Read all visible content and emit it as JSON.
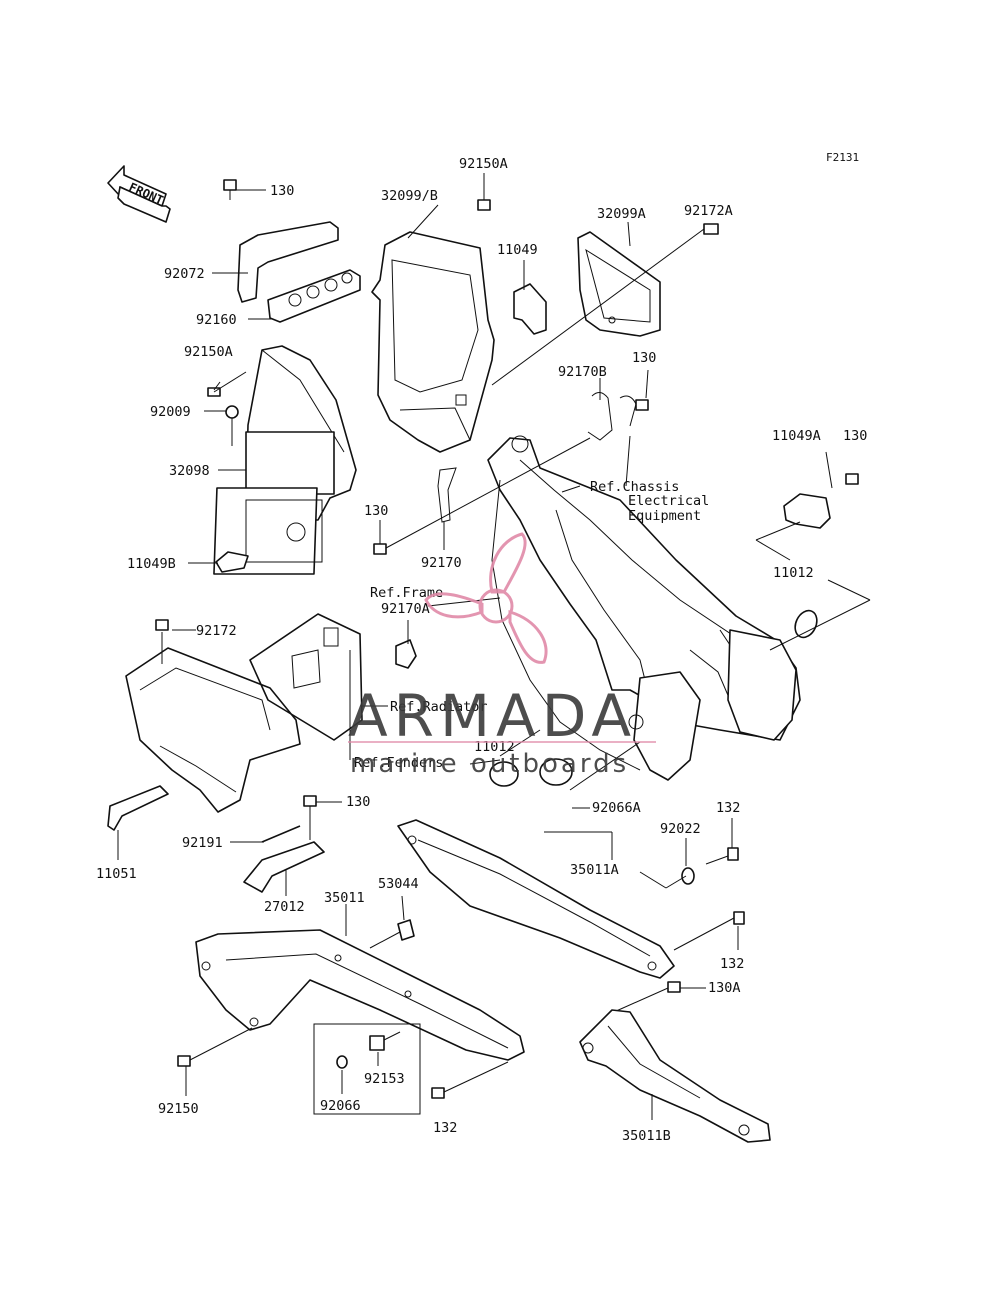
{
  "diagram": {
    "figure_code": "F2131",
    "front_label": "FRONT",
    "parts": [
      {
        "id": "p-92150A-top",
        "label": "92150A"
      },
      {
        "id": "p-130-a",
        "label": "130"
      },
      {
        "id": "p-32099B",
        "label": "32099/B"
      },
      {
        "id": "p-32099A",
        "label": "32099A"
      },
      {
        "id": "p-92172A",
        "label": "92172A"
      },
      {
        "id": "p-92072",
        "label": "92072"
      },
      {
        "id": "p-11049",
        "label": "11049"
      },
      {
        "id": "p-92160",
        "label": "92160"
      },
      {
        "id": "p-92150A-mid",
        "label": "92150A"
      },
      {
        "id": "p-130-b",
        "label": "130"
      },
      {
        "id": "p-92170B",
        "label": "92170B"
      },
      {
        "id": "p-92009",
        "label": "92009"
      },
      {
        "id": "p-130-c",
        "label": "130"
      },
      {
        "id": "p-11049A",
        "label": "11049A"
      },
      {
        "id": "p-32098",
        "label": "32098"
      },
      {
        "id": "p-130-d",
        "label": "130"
      },
      {
        "id": "p-11049B",
        "label": "11049B"
      },
      {
        "id": "p-92170",
        "label": "92170"
      },
      {
        "id": "p-11012-r",
        "label": "11012"
      },
      {
        "id": "p-92170A",
        "label": "92170A"
      },
      {
        "id": "p-92172",
        "label": "92172"
      },
      {
        "id": "p-11012-l",
        "label": "11012"
      },
      {
        "id": "p-92066A",
        "label": "92066A"
      },
      {
        "id": "p-130-e",
        "label": "130"
      },
      {
        "id": "p-132-a",
        "label": "132"
      },
      {
        "id": "p-92022",
        "label": "92022"
      },
      {
        "id": "p-92191",
        "label": "92191"
      },
      {
        "id": "p-35011A",
        "label": "35011A"
      },
      {
        "id": "p-11051",
        "label": "11051"
      },
      {
        "id": "p-27012",
        "label": "27012"
      },
      {
        "id": "p-35011",
        "label": "35011"
      },
      {
        "id": "p-53044",
        "label": "53044"
      },
      {
        "id": "p-132-b",
        "label": "132"
      },
      {
        "id": "p-130A",
        "label": "130A"
      },
      {
        "id": "p-92153",
        "label": "92153"
      },
      {
        "id": "p-92150",
        "label": "92150"
      },
      {
        "id": "p-92066",
        "label": "92066"
      },
      {
        "id": "p-132-c",
        "label": "132"
      },
      {
        "id": "p-35011B",
        "label": "35011B"
      }
    ],
    "references": [
      {
        "id": "ref-chassis-1",
        "text": "Ref.Chassis"
      },
      {
        "id": "ref-chassis-2",
        "text": "Electrical"
      },
      {
        "id": "ref-chassis-3",
        "text": "Equipment"
      },
      {
        "id": "ref-frame",
        "text": "Ref.Frame"
      },
      {
        "id": "ref-radiator",
        "text": "Ref.Radiator"
      },
      {
        "id": "ref-fenders",
        "text": "Ref.Fenders"
      }
    ]
  },
  "watermark": {
    "brand": "ARMADA",
    "tagline": "marine outboards",
    "accent_color": "#e08aa8",
    "text_color": "#3a3a3a"
  }
}
